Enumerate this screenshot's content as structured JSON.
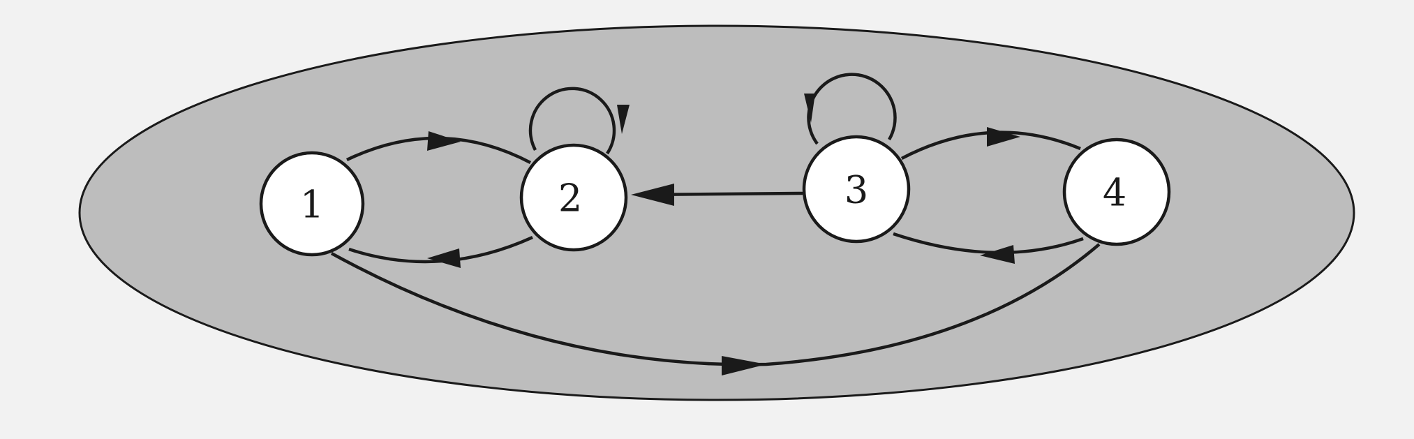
{
  "colors": {
    "background": "#f2f2f2",
    "region_fill": "#bdbdbd",
    "node_fill": "#ffffff",
    "stroke": "#1a1a1a"
  },
  "nodes": [
    {
      "id": "n1",
      "label": "1"
    },
    {
      "id": "n2",
      "label": "2"
    },
    {
      "id": "n3",
      "label": "3"
    },
    {
      "id": "n4",
      "label": "4"
    }
  ],
  "edges": [
    {
      "id": "e-1-2",
      "from": "1",
      "to": "2"
    },
    {
      "id": "e-2-1",
      "from": "2",
      "to": "1"
    },
    {
      "id": "e-2-2",
      "from": "2",
      "to": "2"
    },
    {
      "id": "e-3-2",
      "from": "3",
      "to": "2"
    },
    {
      "id": "e-3-3",
      "from": "3",
      "to": "3"
    },
    {
      "id": "e-3-4",
      "from": "3",
      "to": "4"
    },
    {
      "id": "e-4-3",
      "from": "4",
      "to": "3"
    },
    {
      "id": "e-1-4",
      "from": "1",
      "to": "4"
    }
  ]
}
